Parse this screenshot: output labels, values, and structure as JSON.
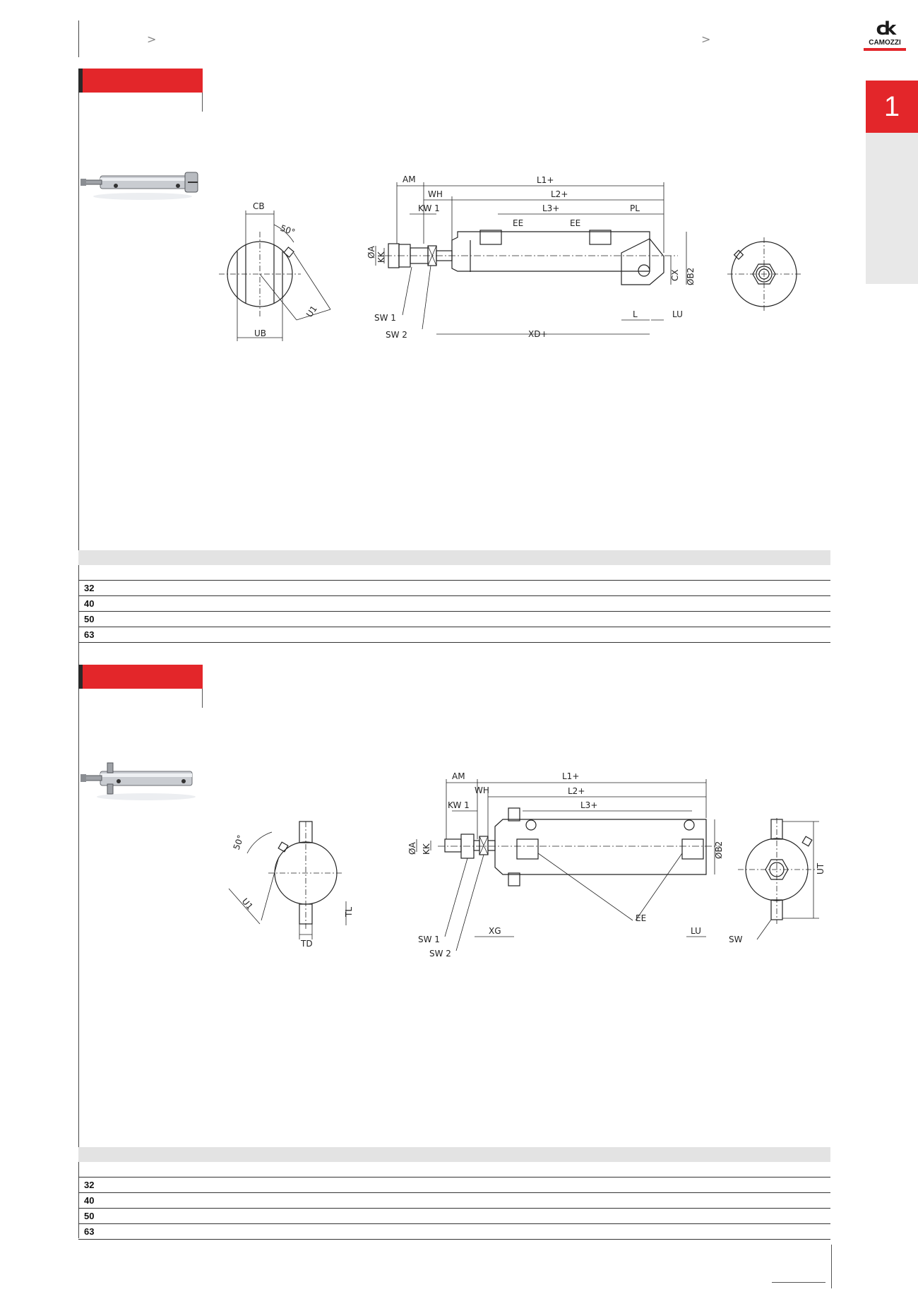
{
  "header": {
    "breadcrumb_sep_left": ">",
    "breadcrumb_sep_right": ">",
    "logo_text": "CAMOZZI",
    "logo_mark": "ck",
    "section_tab": "1"
  },
  "section1": {
    "title": "",
    "drawing_labels": {
      "cb": "CB",
      "angle": "50°",
      "u1": "U1",
      "ub": "UB",
      "am": "AM",
      "wh": "WH",
      "kw1": "KW 1",
      "l1": "L1+",
      "l2": "L2+",
      "l3": "L3+",
      "pl": "PL",
      "ee1": "EE",
      "ee2": "EE",
      "a": "ØA",
      "kk": "KK",
      "cx": "CX",
      "b2": "ØB2",
      "sw1": "SW 1",
      "sw2": "SW 2",
      "xd": "XD+",
      "l": "L",
      "lu": "LU"
    },
    "table_rows": [
      "32",
      "40",
      "50",
      "63"
    ]
  },
  "section2": {
    "title": "",
    "drawing_labels": {
      "angle": "50°",
      "u1": "U1",
      "td": "TD",
      "tl": "TL",
      "am": "AM",
      "wh": "WH",
      "kw1": "KW 1",
      "l1": "L1+",
      "l2": "L2+",
      "l3": "L3+",
      "a": "ØA",
      "kk": "KK",
      "b2": "ØB2",
      "ee": "EE",
      "sw1": "SW 1",
      "sw2": "SW 2",
      "xg": "XG",
      "lu": "LU",
      "ut": "UT",
      "sw": "SW"
    },
    "table_rows": [
      "32",
      "40",
      "50",
      "63"
    ]
  },
  "colors": {
    "accent": "#e3262a",
    "dark": "#2a2a2a",
    "gray": "#e3e3e3"
  }
}
